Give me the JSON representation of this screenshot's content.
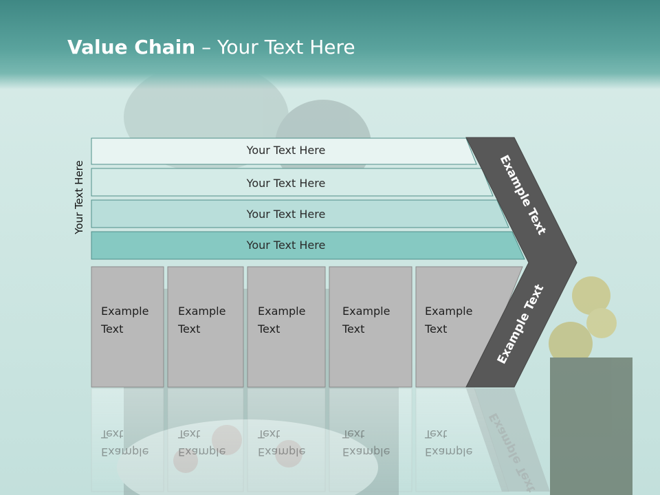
{
  "slide": {
    "title_bold": "Value Chain",
    "title_rest": " – Your Text Here"
  },
  "diagram": {
    "side_label": "Your Text Here",
    "rows": [
      "Your Text Here",
      "Your Text Here",
      "Your Text Here",
      "Your Text Here"
    ],
    "boxes": [
      {
        "line1": "Example",
        "line2": "Text"
      },
      {
        "line1": "Example",
        "line2": "Text"
      },
      {
        "line1": "Example",
        "line2": "Text"
      },
      {
        "line1": "Example",
        "line2": "Text"
      },
      {
        "line1": "Example",
        "line2": "Text"
      }
    ],
    "chevron_top": "Example Text",
    "chevron_bottom": "Example Text"
  },
  "colors": {
    "header": "#4b958f",
    "row_fills": [
      "#e8f4f2",
      "#d4ebe7",
      "#b9deda",
      "#86c9c2"
    ],
    "box_fill": "#b9b9b9",
    "chevron": "#585858"
  }
}
